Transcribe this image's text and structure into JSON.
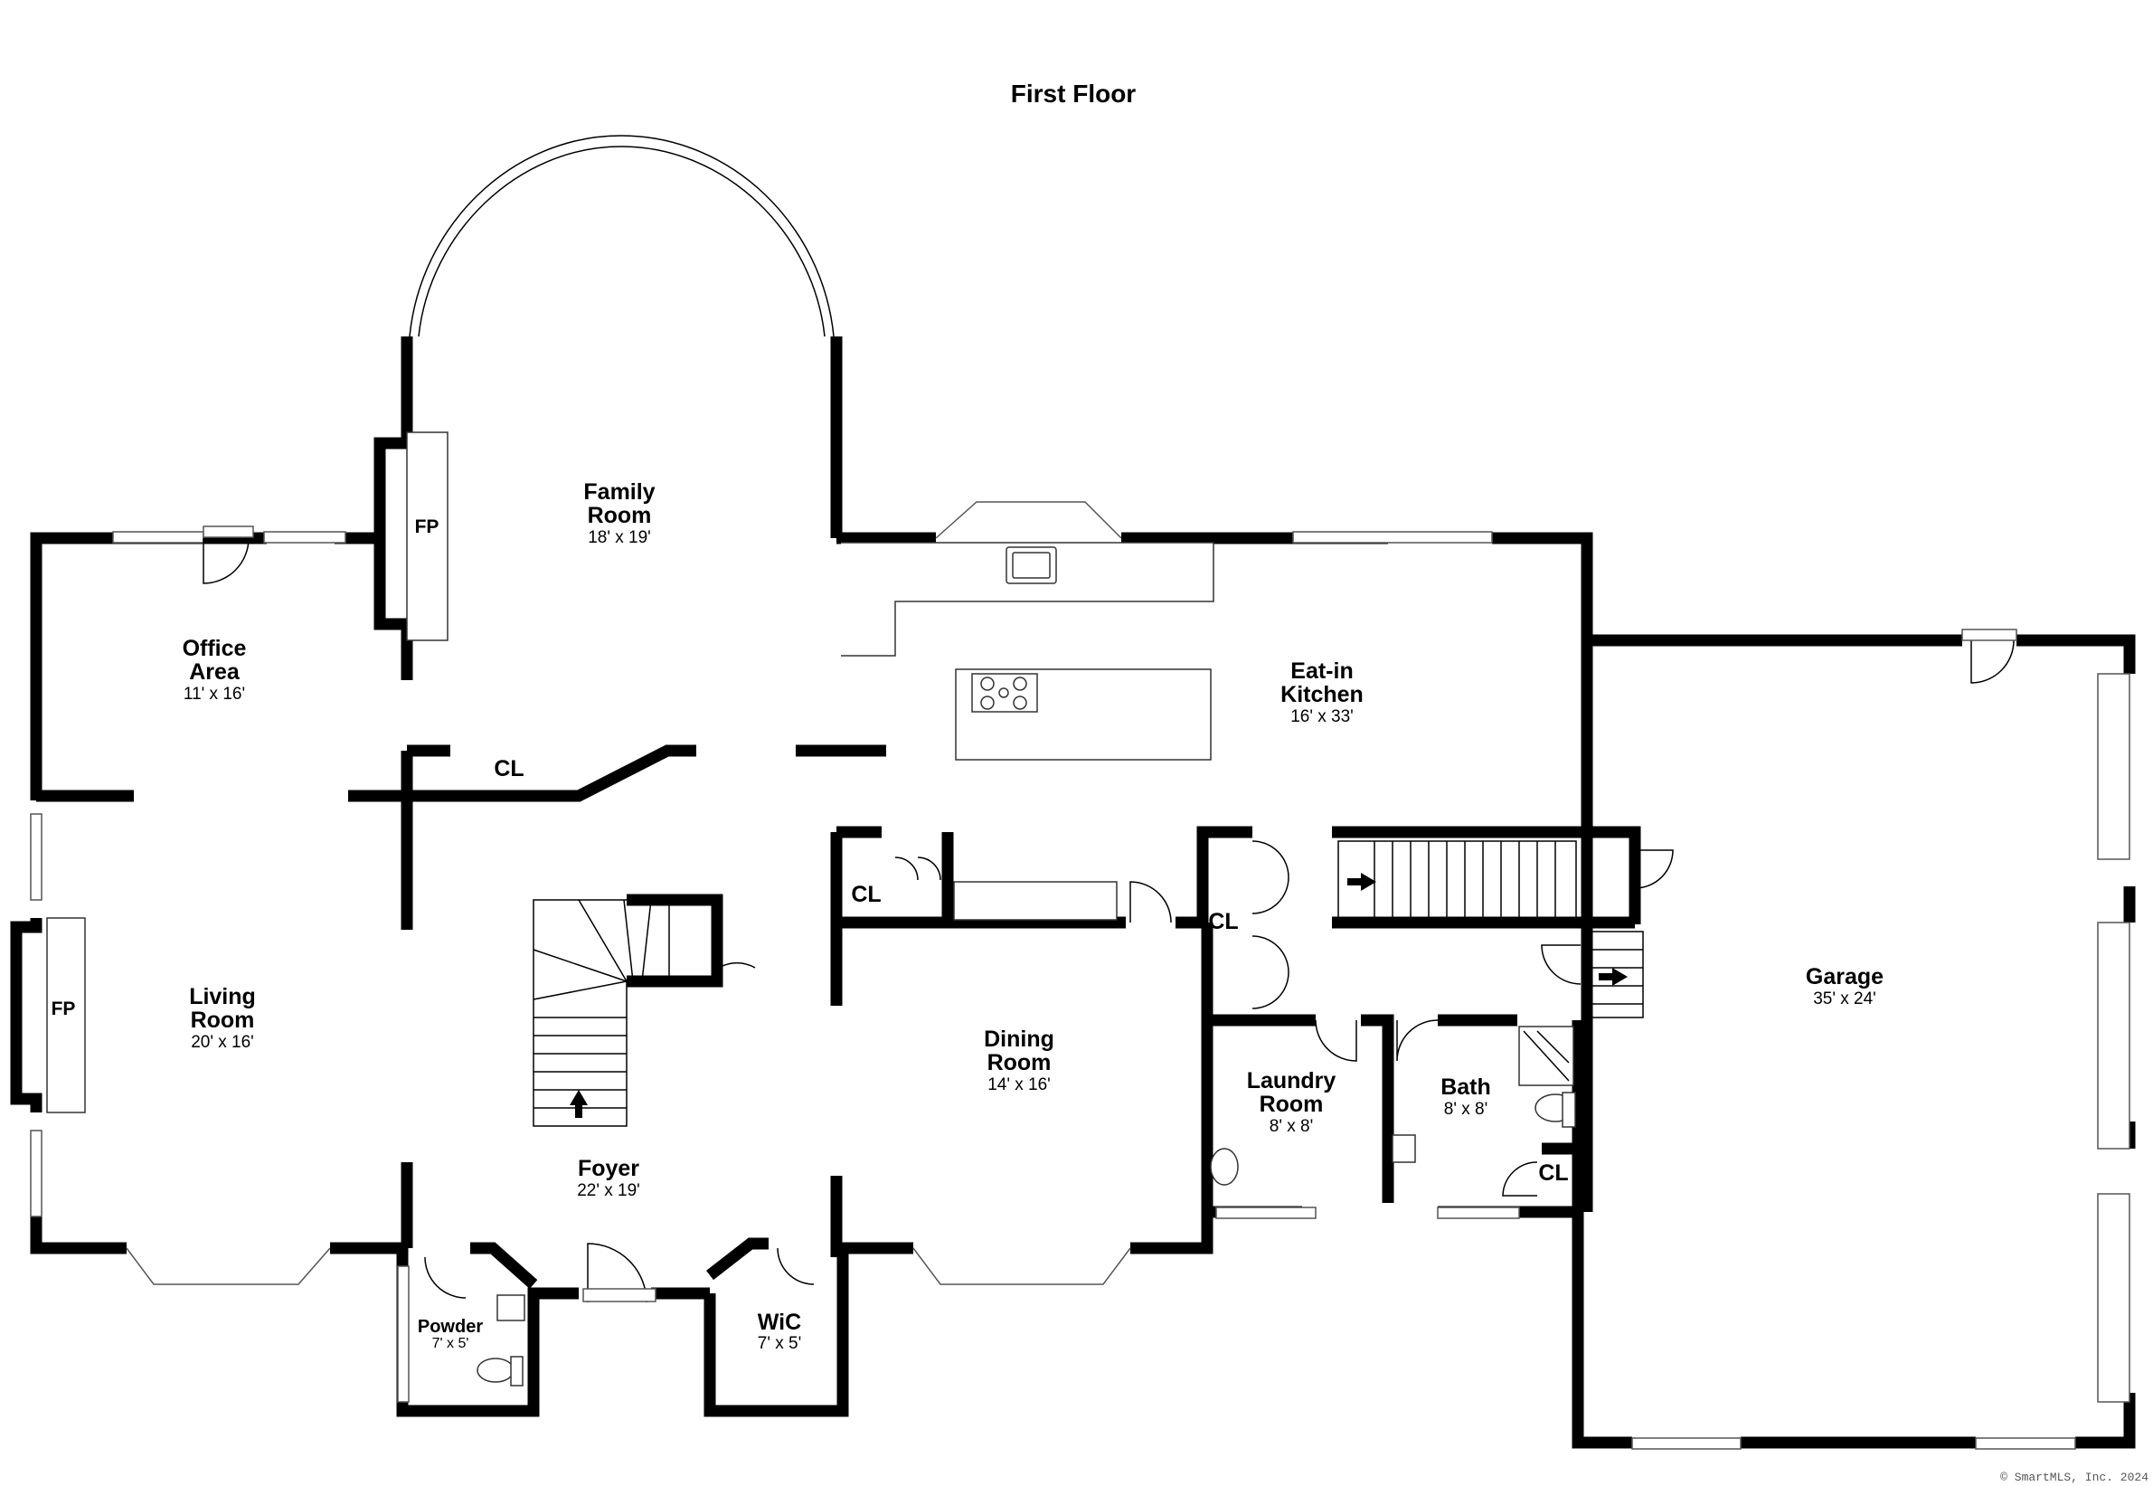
{
  "title": "First Floor",
  "copyright": "© SmartMLS, Inc. 2024",
  "rooms": {
    "family": {
      "name": [
        "Family",
        "Room"
      ],
      "dims": "18' x 19'"
    },
    "office": {
      "name": [
        "Office",
        "Area"
      ],
      "dims": "11' x 16'"
    },
    "kitchen": {
      "name": [
        "Eat-in",
        "Kitchen"
      ],
      "dims": "16' x 33'"
    },
    "living": {
      "name": [
        "Living",
        "Room"
      ],
      "dims": "20' x 16'"
    },
    "dining": {
      "name": [
        "Dining",
        "Room"
      ],
      "dims": "14' x 16'"
    },
    "foyer": {
      "name": [
        "Foyer"
      ],
      "dims": "22' x 19'"
    },
    "laundry": {
      "name": [
        "Laundry",
        "Room"
      ],
      "dims": "8' x 8'"
    },
    "bath": {
      "name": [
        "Bath"
      ],
      "dims": "8' x 8'"
    },
    "garage": {
      "name": [
        "Garage"
      ],
      "dims": "35' x 24'"
    },
    "powder": {
      "name": [
        "Powder"
      ],
      "dims": "7' x 5'"
    },
    "wic": {
      "name": [
        "WiC"
      ],
      "dims": "7' x 5'"
    }
  },
  "labels": {
    "fireplace": "FP",
    "closet": "CL"
  },
  "colors": {
    "wall": "#000000",
    "background": "#ffffff"
  }
}
